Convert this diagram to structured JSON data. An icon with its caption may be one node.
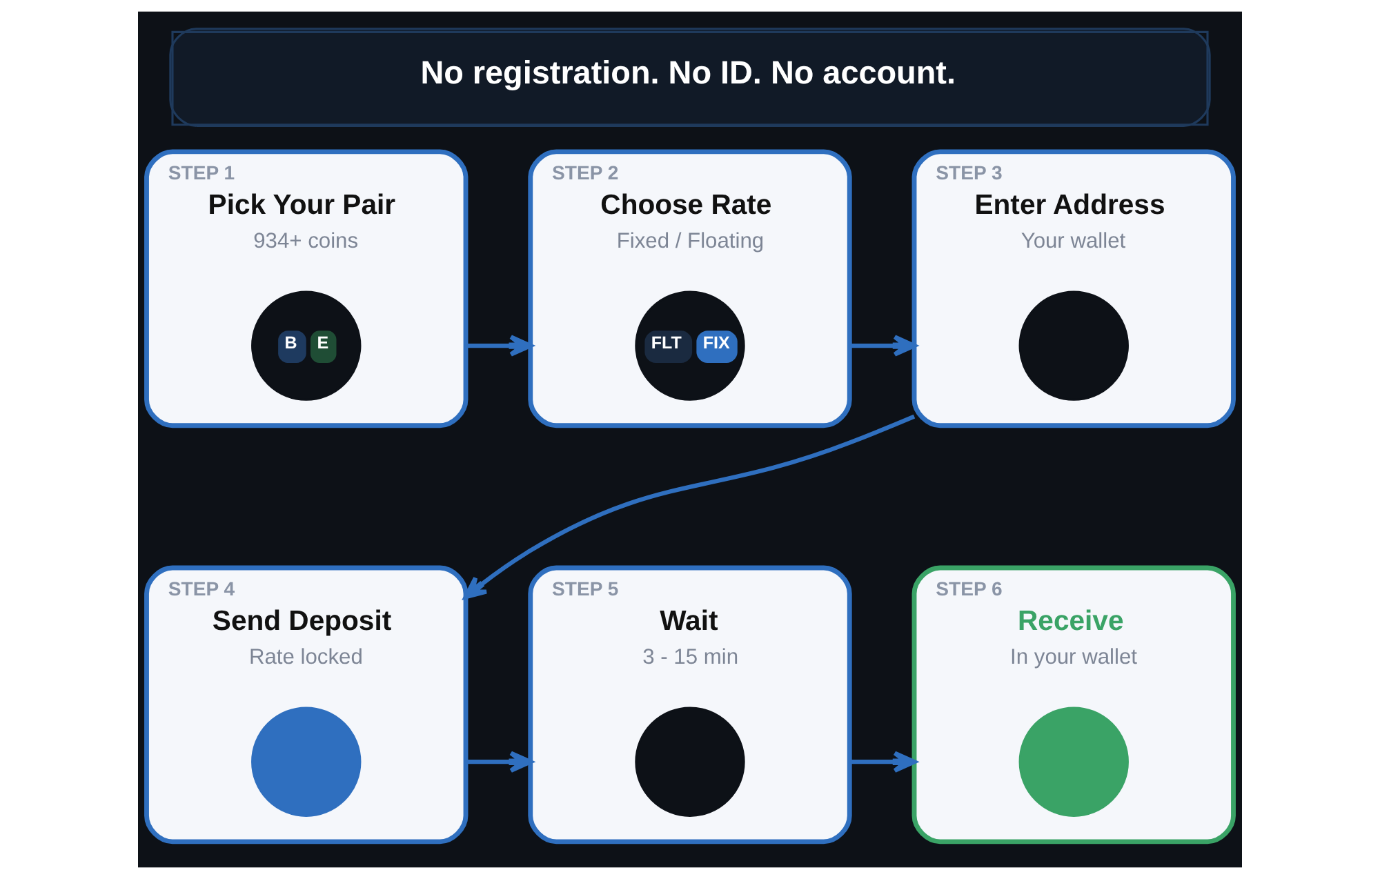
{
  "diagram": {
    "title": "No registration. No ID. No account.",
    "nodes": [
      {
        "text": [
          "STEP 1",
          "Pick Your Pair",
          "934+ coins"
        ]
      },
      {
        "text": [
          "STEP 2",
          "Choose Rate",
          "Fixed / Floating"
        ]
      },
      {
        "text": [
          "STEP 3",
          "Enter Address",
          "Your wallet"
        ]
      },
      {
        "text": [
          "STEP 4",
          "Send Deposit",
          "Rate locked"
        ]
      },
      {
        "text": [
          "STEP 5",
          "Wait",
          "3 - 15 min"
        ]
      },
      {
        "text": [
          "STEP 6",
          "Receive",
          "In your wallet"
        ]
      },
      {
        "text": [
          "B",
          "E"
        ],
        "in": 0
      },
      {
        "text": [
          "FLT",
          "FIX"
        ],
        "in": 1
      },
      {
        "text": [],
        "shape": "circle",
        "in": 2
      },
      {
        "text": [],
        "shape": "circle",
        "in": 3
      },
      {
        "text": [],
        "shape": "circle",
        "in": 4
      },
      {
        "text": [],
        "shape": "circle",
        "in": 5
      }
    ],
    "edges": [
      {
        "from": 0,
        "to": 1,
        "arrow": "to"
      },
      {
        "from": 1,
        "to": 2,
        "arrow": "to"
      },
      {
        "from": 2,
        "to": 3,
        "arrow": "to"
      },
      {
        "from": 3,
        "to": 4,
        "arrow": "to"
      },
      {
        "from": 4,
        "to": 5,
        "arrow": "to"
      }
    ]
  }
}
